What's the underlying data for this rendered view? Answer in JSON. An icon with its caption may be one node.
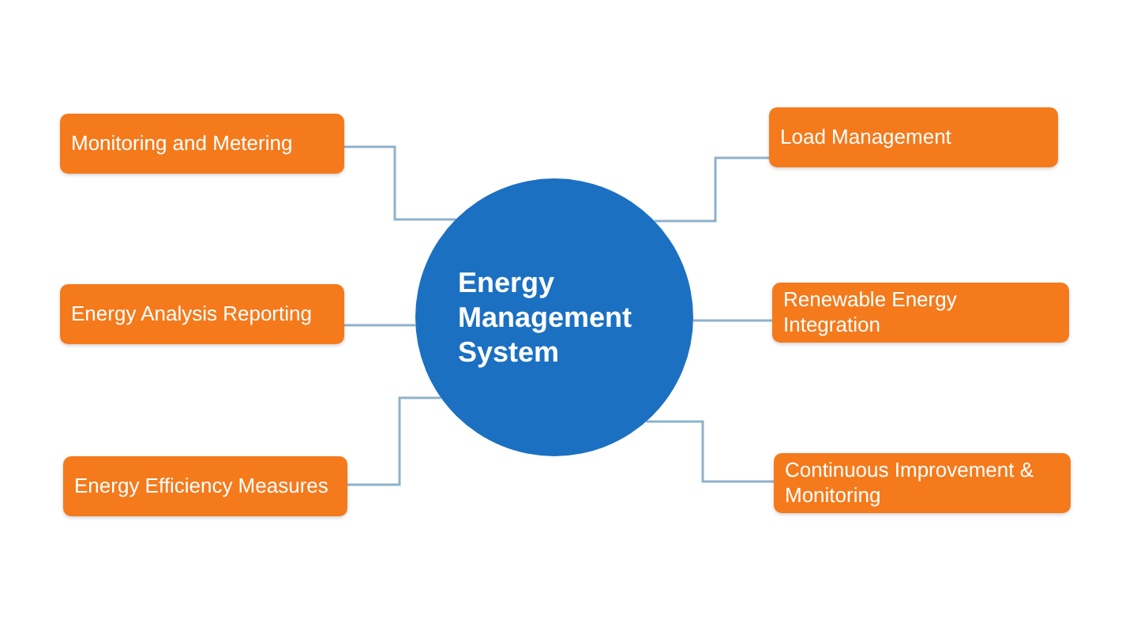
{
  "diagram": {
    "nodes": [
      {
        "text": [
          "Energy Management System"
        ]
      },
      {
        "text": [
          "Monitoring and Metering"
        ]
      },
      {
        "text": [
          "Energy Analysis Reporting"
        ]
      },
      {
        "text": [
          "Energy Efficiency Measures"
        ]
      },
      {
        "text": [
          "Load Management"
        ]
      },
      {
        "text": [
          "Renewable Energy Integration"
        ]
      },
      {
        "text": [
          "Continuous Improvement & Monitoring"
        ]
      }
    ],
    "edges": [
      {
        "from": 0,
        "to": 1,
        "arrow": "none"
      },
      {
        "from": 0,
        "to": 2,
        "arrow": "none"
      },
      {
        "from": 0,
        "to": 3,
        "arrow": "none"
      },
      {
        "from": 0,
        "to": 4,
        "arrow": "none"
      },
      {
        "from": 0,
        "to": 5,
        "arrow": "none"
      },
      {
        "from": 0,
        "to": 6,
        "arrow": "none"
      }
    ]
  }
}
